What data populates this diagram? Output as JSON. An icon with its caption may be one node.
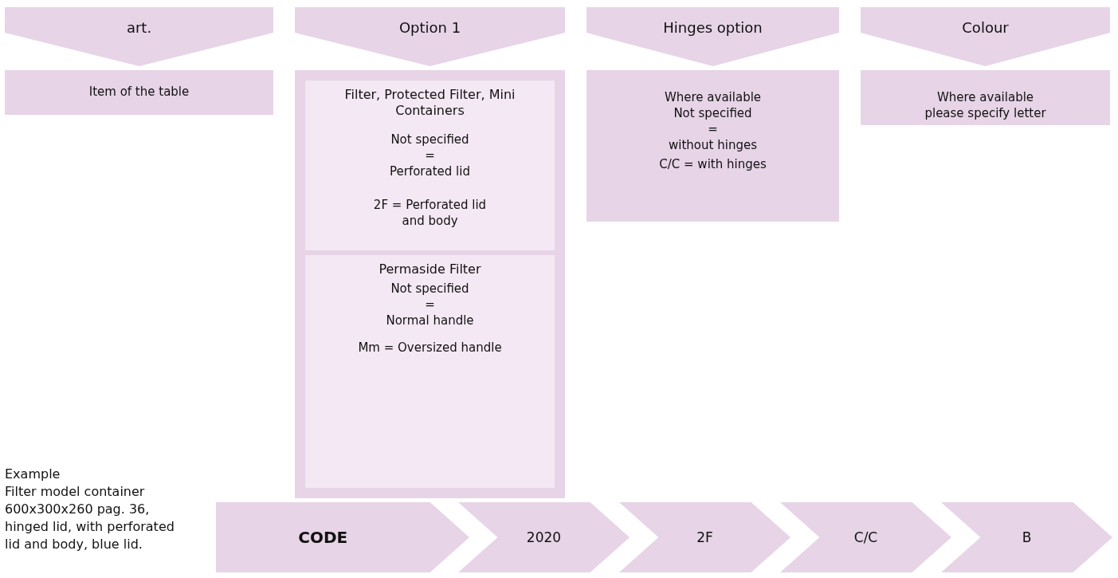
{
  "diagram": {
    "nodes": [
      {
        "text": [
          "art."
        ]
      },
      {
        "text": [
          "Option 1"
        ]
      },
      {
        "text": [
          "Hinges option"
        ]
      },
      {
        "text": [
          "Colour"
        ]
      },
      {
        "text": [
          "Item of the table"
        ]
      },
      {
        "text": [],
        "shape": "box"
      },
      {
        "text": [
          "Filter, Protected Filter, Mini Containers",
          "Not specified",
          "=",
          "Perforated lid",
          "2F = Perforated lid and body"
        ],
        "in": 5
      },
      {
        "text": [
          "Permaside Filter",
          "Not specified",
          "=",
          "Normal handle",
          "Mm = Oversized handle"
        ],
        "in": 5
      },
      {
        "text": [
          "Where available",
          "Not specified",
          "=",
          "without hinges",
          "C/C = with hinges"
        ]
      },
      {
        "text": [
          "Where available please specify letter"
        ]
      },
      {
        "text": [
          "CODE"
        ]
      },
      {
        "text": [
          "2020"
        ]
      },
      {
        "text": [
          "2F"
        ]
      },
      {
        "text": [
          "C/C"
        ]
      },
      {
        "text": [
          "B"
        ]
      }
    ],
    "labels": [
      "Example",
      "Filter model container 600x300x260 pag. 36, hinged lid, with perforated lid and body, blue lid."
    ]
  }
}
